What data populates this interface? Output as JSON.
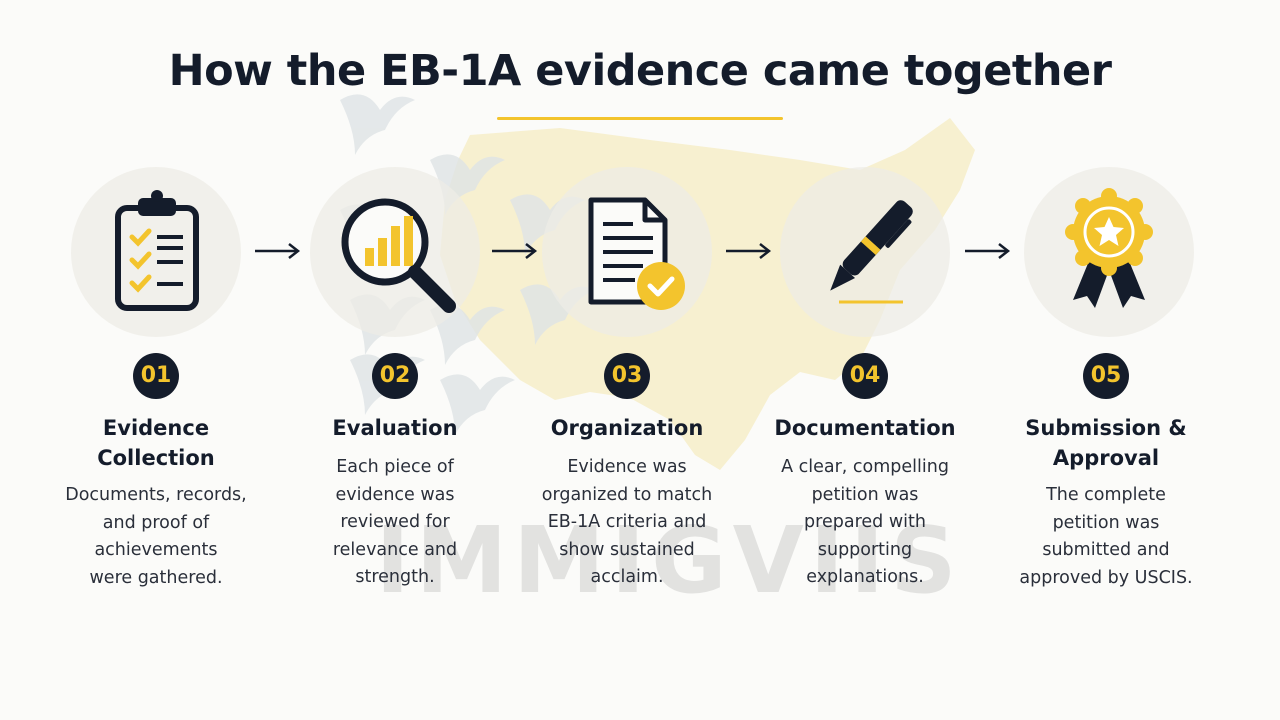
{
  "title": "How the EB-1A evidence came together",
  "watermark": "IMMIGVIIS",
  "colors": {
    "accent": "#f3c42d",
    "navy": "#141c2b",
    "map": "#f6ecc2"
  },
  "steps": [
    {
      "number": "01",
      "title_lines": [
        "Evidence",
        "Collection"
      ],
      "icon": "clipboard-checklist-icon",
      "desc_lines": [
        "Documents, records,",
        "and proof of",
        "achievements",
        "were gathered."
      ]
    },
    {
      "number": "02",
      "title_lines": [
        "Evaluation"
      ],
      "icon": "magnifier-chart-icon",
      "desc_lines": [
        "Each piece of",
        "evidence was",
        "reviewed for",
        "relevance and",
        "strength."
      ]
    },
    {
      "number": "03",
      "title_lines": [
        "Organization"
      ],
      "icon": "document-check-icon",
      "desc_lines": [
        "Evidence was",
        "organized to match",
        "EB-1A criteria and",
        "show sustained",
        "acclaim."
      ]
    },
    {
      "number": "04",
      "title_lines": [
        "Documentation"
      ],
      "icon": "pen-icon",
      "desc_lines": [
        "A clear, compelling",
        "petition was",
        "prepared with",
        "supporting",
        "explanations."
      ]
    },
    {
      "number": "05",
      "title_lines": [
        "Submission &",
        "Approval"
      ],
      "icon": "award-ribbon-icon",
      "desc_lines": [
        "The complete",
        "petition was",
        "submitted and",
        "approved by USCIS."
      ]
    }
  ]
}
